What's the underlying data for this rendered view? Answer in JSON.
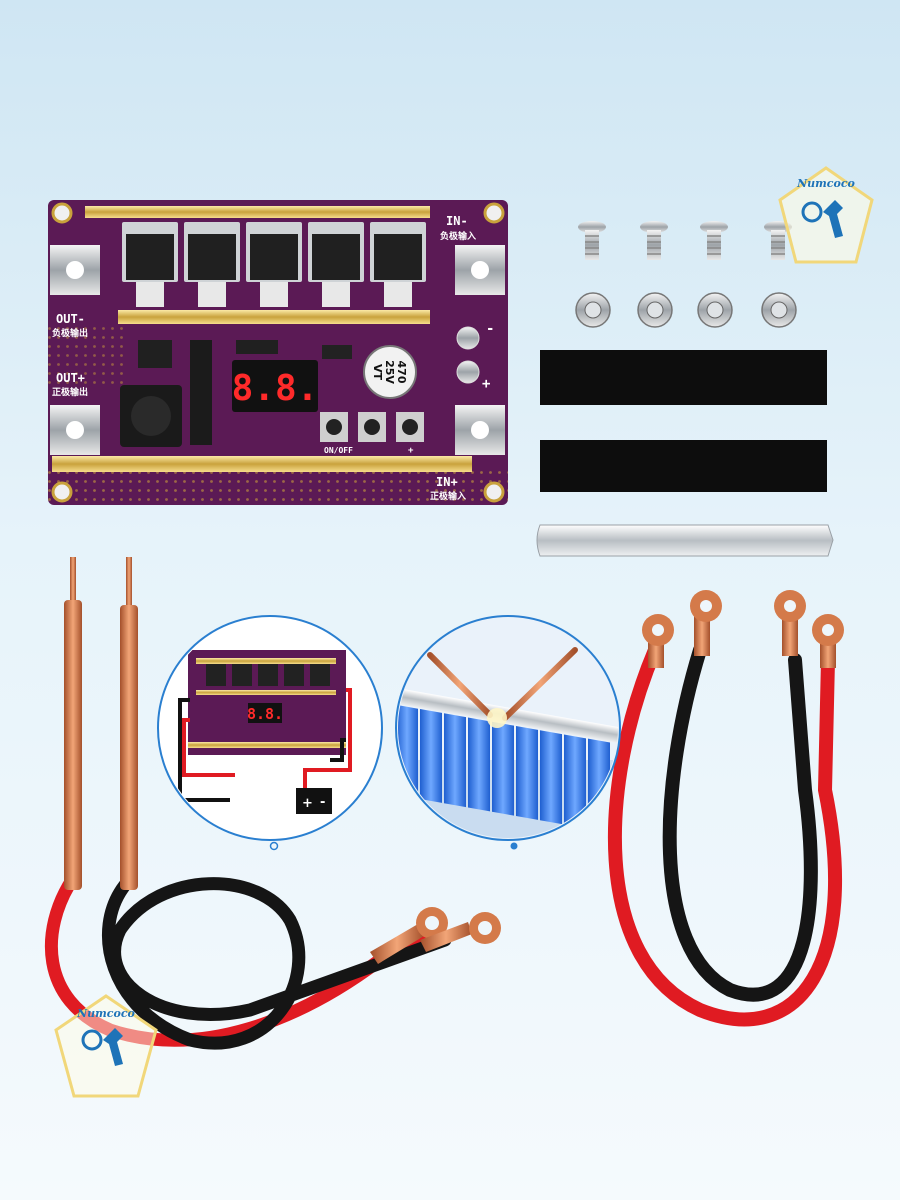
{
  "brand": {
    "logo_text": "Numcoco"
  },
  "board": {
    "in_minus": "IN-",
    "in_minus_cn": "负极输入",
    "in_plus": "IN+",
    "in_plus_cn": "正极输入",
    "out_minus": "OUT-",
    "out_minus_cn": "负极输出",
    "out_plus": "OUT+",
    "out_plus_cn": "正极输出",
    "display": "8.8.",
    "capacitor": [
      "470",
      "25V",
      "VT"
    ],
    "switch_label": "ON/OFF",
    "minus_mark": "-",
    "plus_mark": "+",
    "button_plus": "+"
  },
  "inset": {
    "battery_minus": "-",
    "battery_plus": "+",
    "inset_display": "8.8."
  },
  "carousel": {
    "dot_count": 2,
    "active_dot": 2
  },
  "colors": {
    "board": "#5b1a55",
    "wire_red": "#e01b22",
    "wire_black": "#151515",
    "copper": "#d47a4a",
    "display": "#ff2a2a"
  }
}
